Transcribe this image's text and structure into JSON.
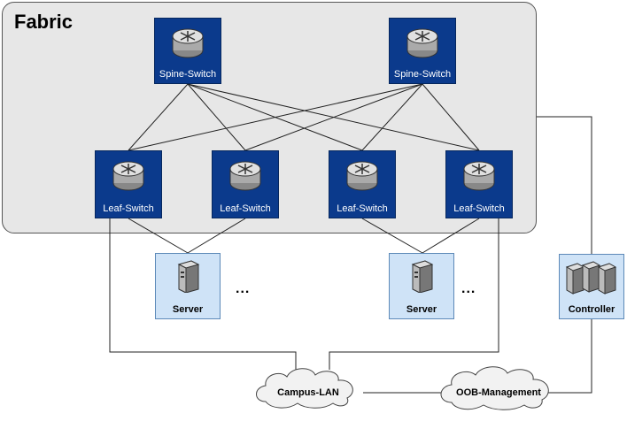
{
  "fabric": {
    "title": "Fabric"
  },
  "spines": [
    {
      "label": "Spine-Switch"
    },
    {
      "label": "Spine-Switch"
    }
  ],
  "leaves": [
    {
      "label": "Leaf-Switch"
    },
    {
      "label": "Leaf-Switch"
    },
    {
      "label": "Leaf-Switch"
    },
    {
      "label": "Leaf-Switch"
    }
  ],
  "servers": [
    {
      "label": "Server"
    },
    {
      "label": "Server"
    }
  ],
  "ellipsis": "...",
  "controller": {
    "label": "Controller"
  },
  "clouds": {
    "campus": "Campus-LAN",
    "oob": "OOB-Management"
  },
  "colors": {
    "switch_fill": "#0b3a8c",
    "server_fill": "#cfe3f7",
    "fabric_fill": "#e7e7e7"
  },
  "icons": {
    "switch": "router-icon",
    "server": "server-icon",
    "controller": "server-cluster-icon",
    "network": "cloud-icon"
  }
}
